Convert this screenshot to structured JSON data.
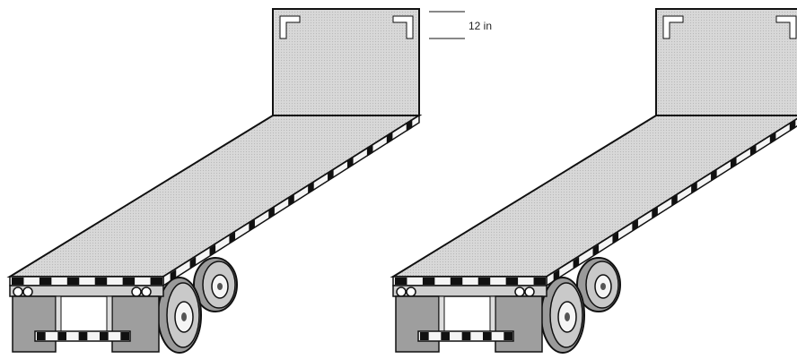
{
  "dimension": {
    "label": "12 in"
  },
  "colors": {
    "deck": "#d2d2d2",
    "bulkhead": "#cfcfcf",
    "outline": "#111111",
    "reflector_white": "#f7f7f7",
    "reflector_dark": "#111111",
    "bumper": "#bdbdbd",
    "tire": "#9a9a9a",
    "hub": "#f5f5f5"
  },
  "trailers": [
    {
      "id": "left",
      "has_dimension": true
    },
    {
      "id": "right",
      "has_dimension": false
    }
  ]
}
